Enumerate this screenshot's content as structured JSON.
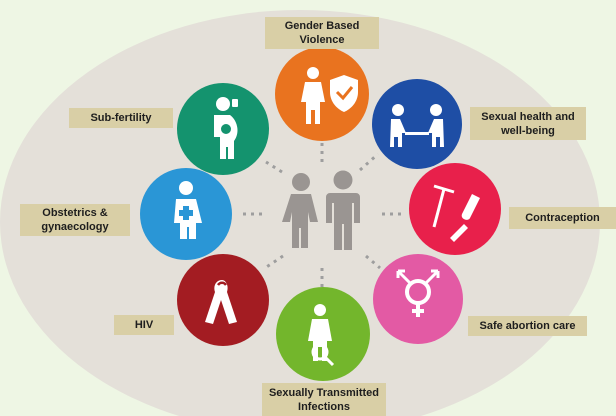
{
  "colors": {
    "background": "#eef6e4",
    "oval": "#e4e0d9",
    "label_bg": "#d9cfa6",
    "center_figures": "#9a9592",
    "dotted_connector": "#9e9e9e"
  },
  "center": {
    "icon": "man-woman-icon"
  },
  "topics": [
    {
      "id": "gbv",
      "label": "Gender Based\nViolence",
      "color": "#e9731f",
      "icon": "woman-shield-icon"
    },
    {
      "id": "sexual-health",
      "label": "Sexual health and\nwell-being",
      "color": "#1e4ea5",
      "icon": "couple-icon"
    },
    {
      "id": "contraception",
      "label": "Contraception",
      "color": "#e8204b",
      "icon": "contraceptives-icon"
    },
    {
      "id": "safe-abortion",
      "label": "Safe abortion care",
      "color": "#e35aa4",
      "icon": "venus-mars-icon"
    },
    {
      "id": "sti",
      "label": "Sexually Transmitted\nInfections",
      "color": "#73b62c",
      "icon": "woman-magnifier-icon"
    },
    {
      "id": "hiv",
      "label": "HIV",
      "color": "#a31c22",
      "icon": "awareness-ribbon-icon"
    },
    {
      "id": "obstetrics",
      "label": "Obstetrics &\ngynaecology",
      "color": "#2a96d6",
      "icon": "woman-medical-cross-icon"
    },
    {
      "id": "subfertility",
      "label": "Sub-fertility",
      "color": "#14936e",
      "icon": "pregnant-woman-icon"
    }
  ]
}
